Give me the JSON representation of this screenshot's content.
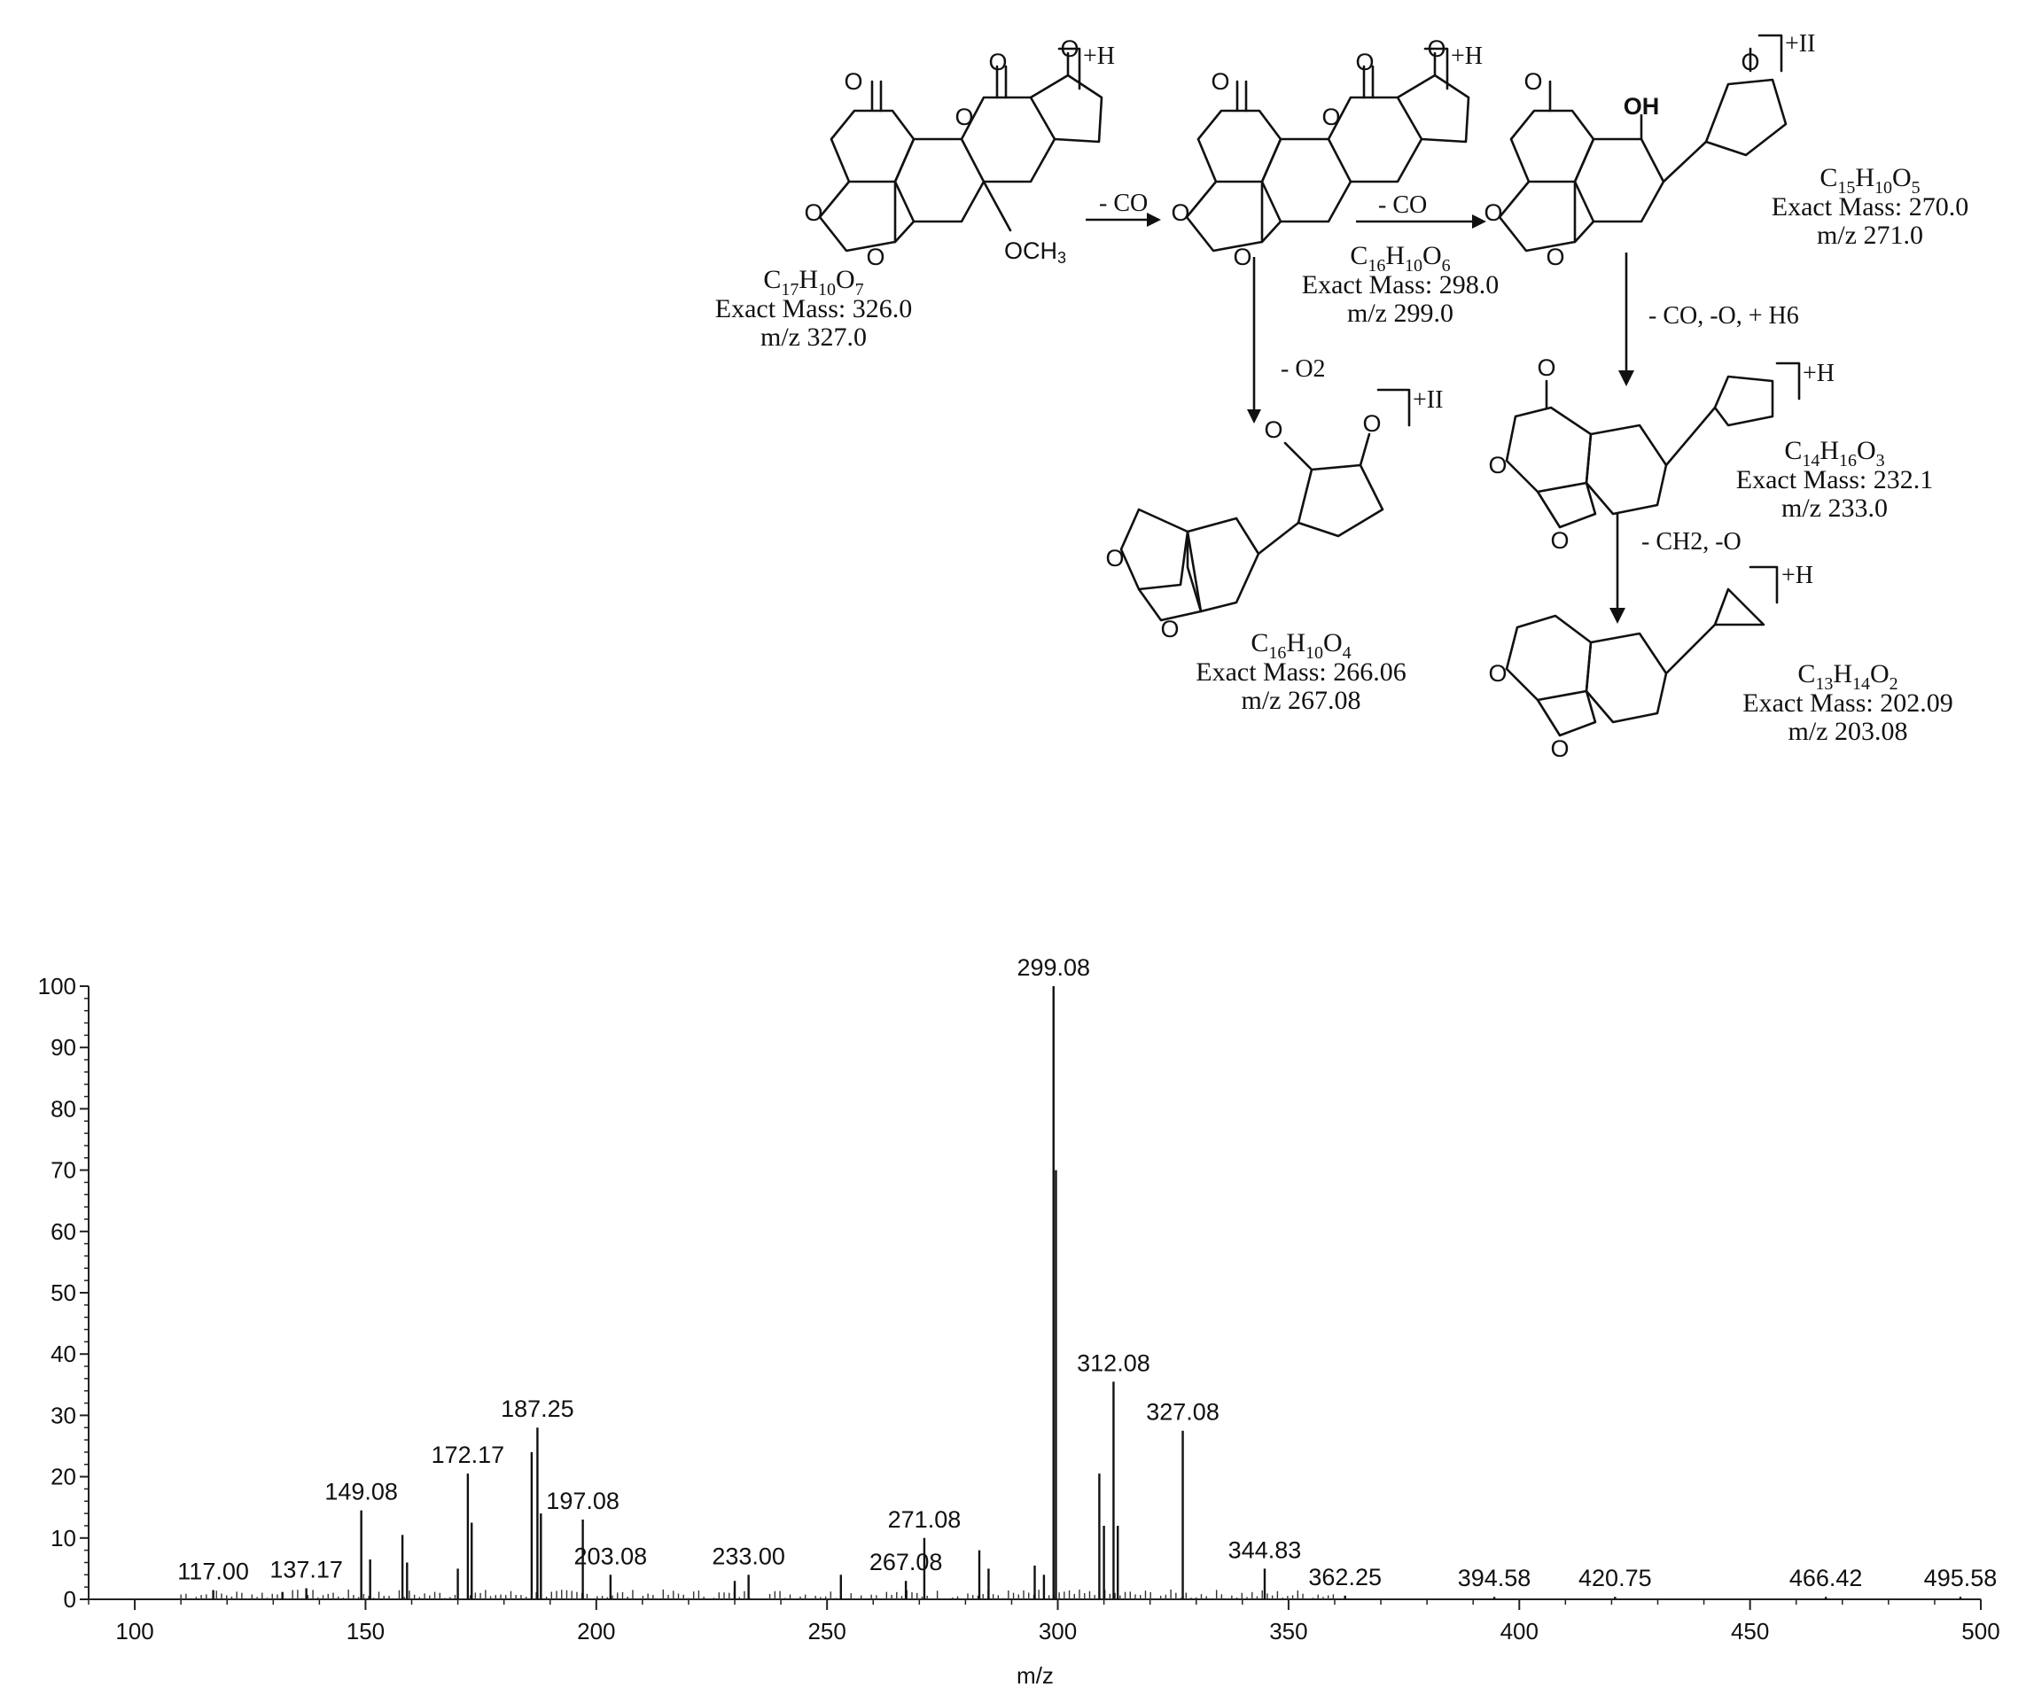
{
  "scheme": {
    "compounds": [
      {
        "formula": "C17H10O7",
        "exact_mass": "Exact Mass: 326.0",
        "mz": "m/z 327.0",
        "charge": "+H"
      },
      {
        "formula": "C16H10O6",
        "exact_mass": "Exact Mass: 298.0",
        "mz": "m/z 299.0",
        "charge": "+H"
      },
      {
        "formula": "C15H10O5",
        "exact_mass": "Exact Mass: 270.0",
        "mz": "m/z 271.0",
        "charge": "+II"
      },
      {
        "formula": "C16H10O4",
        "exact_mass": "Exact Mass: 266.06",
        "mz": "m/z 267.08",
        "charge": "+II"
      },
      {
        "formula": "C14H16O3",
        "exact_mass": "Exact Mass: 232.1",
        "mz": "m/z 233.0",
        "charge": "+H"
      },
      {
        "formula": "C13H14O2",
        "exact_mass": "Exact Mass: 202.09",
        "mz": "m/z 203.08",
        "charge": "+H"
      }
    ],
    "formula_labels": [
      {
        "base": "C",
        "n1": "17",
        "mid": "H",
        "n2": "10",
        "last": "O",
        "n3": "7"
      },
      {
        "base": "C",
        "n1": "16",
        "mid": "H",
        "n2": "10",
        "last": "O",
        "n3": "6"
      },
      {
        "base": "C",
        "n1": "15",
        "mid": "H",
        "n2": "10",
        "last": "O",
        "n3": "5"
      },
      {
        "base": "C",
        "n1": "16",
        "mid": "H",
        "n2": "10",
        "last": "O",
        "n3": "4"
      },
      {
        "base": "C",
        "n1": "14",
        "mid": "H",
        "n2": "16",
        "last": "O",
        "n3": "3"
      },
      {
        "base": "C",
        "n1": "13",
        "mid": "H",
        "n2": "14",
        "last": "O",
        "n3": "2"
      }
    ],
    "steps": {
      "s1": "- CO",
      "s2": "- CO",
      "s3": "- O2",
      "s4": "- CO, -O, + H6",
      "s5": "- CH2, -O"
    },
    "atoms": {
      "O": "O",
      "OH": "OH",
      "OCH3_main": "OCH",
      "OCH3_sub": "3"
    }
  },
  "chart_data": {
    "type": "bar",
    "title": "",
    "xlabel": "m/z",
    "ylabel": "",
    "xlim": [
      90,
      500
    ],
    "ylim": [
      0,
      100
    ],
    "xticks": [
      100,
      150,
      200,
      250,
      300,
      350,
      400,
      450,
      500
    ],
    "yticks": [
      0,
      10,
      20,
      30,
      40,
      50,
      60,
      70,
      80,
      90,
      100
    ],
    "peaks": [
      {
        "mz": 117.0,
        "intensity": 1.5
      },
      {
        "mz": 132.0,
        "intensity": 1.2
      },
      {
        "mz": 137.17,
        "intensity": 1.8
      },
      {
        "mz": 149.08,
        "intensity": 14.5
      },
      {
        "mz": 151.0,
        "intensity": 6.5
      },
      {
        "mz": 158.0,
        "intensity": 10.5
      },
      {
        "mz": 159.0,
        "intensity": 6.0
      },
      {
        "mz": 170.0,
        "intensity": 5.0
      },
      {
        "mz": 172.17,
        "intensity": 20.5
      },
      {
        "mz": 173.0,
        "intensity": 12.5
      },
      {
        "mz": 186.0,
        "intensity": 24.0
      },
      {
        "mz": 187.25,
        "intensity": 28.0
      },
      {
        "mz": 188.0,
        "intensity": 14.0
      },
      {
        "mz": 197.08,
        "intensity": 13.0
      },
      {
        "mz": 203.08,
        "intensity": 4.0
      },
      {
        "mz": 230.0,
        "intensity": 3.0
      },
      {
        "mz": 233.0,
        "intensity": 4.0
      },
      {
        "mz": 253.0,
        "intensity": 4.0
      },
      {
        "mz": 267.08,
        "intensity": 3.0
      },
      {
        "mz": 271.08,
        "intensity": 10.0
      },
      {
        "mz": 283.0,
        "intensity": 8.0
      },
      {
        "mz": 285.0,
        "intensity": 5.0
      },
      {
        "mz": 295.0,
        "intensity": 5.5
      },
      {
        "mz": 297.0,
        "intensity": 4.0
      },
      {
        "mz": 299.08,
        "intensity": 100
      },
      {
        "mz": 299.6,
        "intensity": 70
      },
      {
        "mz": 309.0,
        "intensity": 20.5
      },
      {
        "mz": 310.0,
        "intensity": 12.0
      },
      {
        "mz": 312.08,
        "intensity": 35.5
      },
      {
        "mz": 313.0,
        "intensity": 12.0
      },
      {
        "mz": 327.08,
        "intensity": 27.5
      },
      {
        "mz": 344.83,
        "intensity": 5.0
      },
      {
        "mz": 362.25,
        "intensity": 0.6
      },
      {
        "mz": 394.58,
        "intensity": 0.4
      },
      {
        "mz": 420.75,
        "intensity": 0.4
      },
      {
        "mz": 466.42,
        "intensity": 0.4
      },
      {
        "mz": 495.58,
        "intensity": 0.4
      }
    ],
    "labels": [
      {
        "mz": 117.0,
        "text": "117.00"
      },
      {
        "mz": 137.17,
        "text": "137.17"
      },
      {
        "mz": 149.08,
        "text": "149.08"
      },
      {
        "mz": 172.17,
        "text": "172.17"
      },
      {
        "mz": 187.25,
        "text": "187.25"
      },
      {
        "mz": 197.08,
        "text": "197.08"
      },
      {
        "mz": 203.08,
        "text": "203.08"
      },
      {
        "mz": 233.0,
        "text": "233.00"
      },
      {
        "mz": 267.08,
        "text": "267.08"
      },
      {
        "mz": 271.08,
        "text": "271.08"
      },
      {
        "mz": 299.08,
        "text": "299.08"
      },
      {
        "mz": 312.08,
        "text": "312.08"
      },
      {
        "mz": 327.08,
        "text": "327.08"
      },
      {
        "mz": 344.83,
        "text": "344.83"
      },
      {
        "mz": 362.25,
        "text": "362.25"
      },
      {
        "mz": 394.58,
        "text": "394.58"
      },
      {
        "mz": 420.75,
        "text": "420.75"
      },
      {
        "mz": 466.42,
        "text": "466.42"
      },
      {
        "mz": 495.58,
        "text": "495.58"
      }
    ]
  }
}
